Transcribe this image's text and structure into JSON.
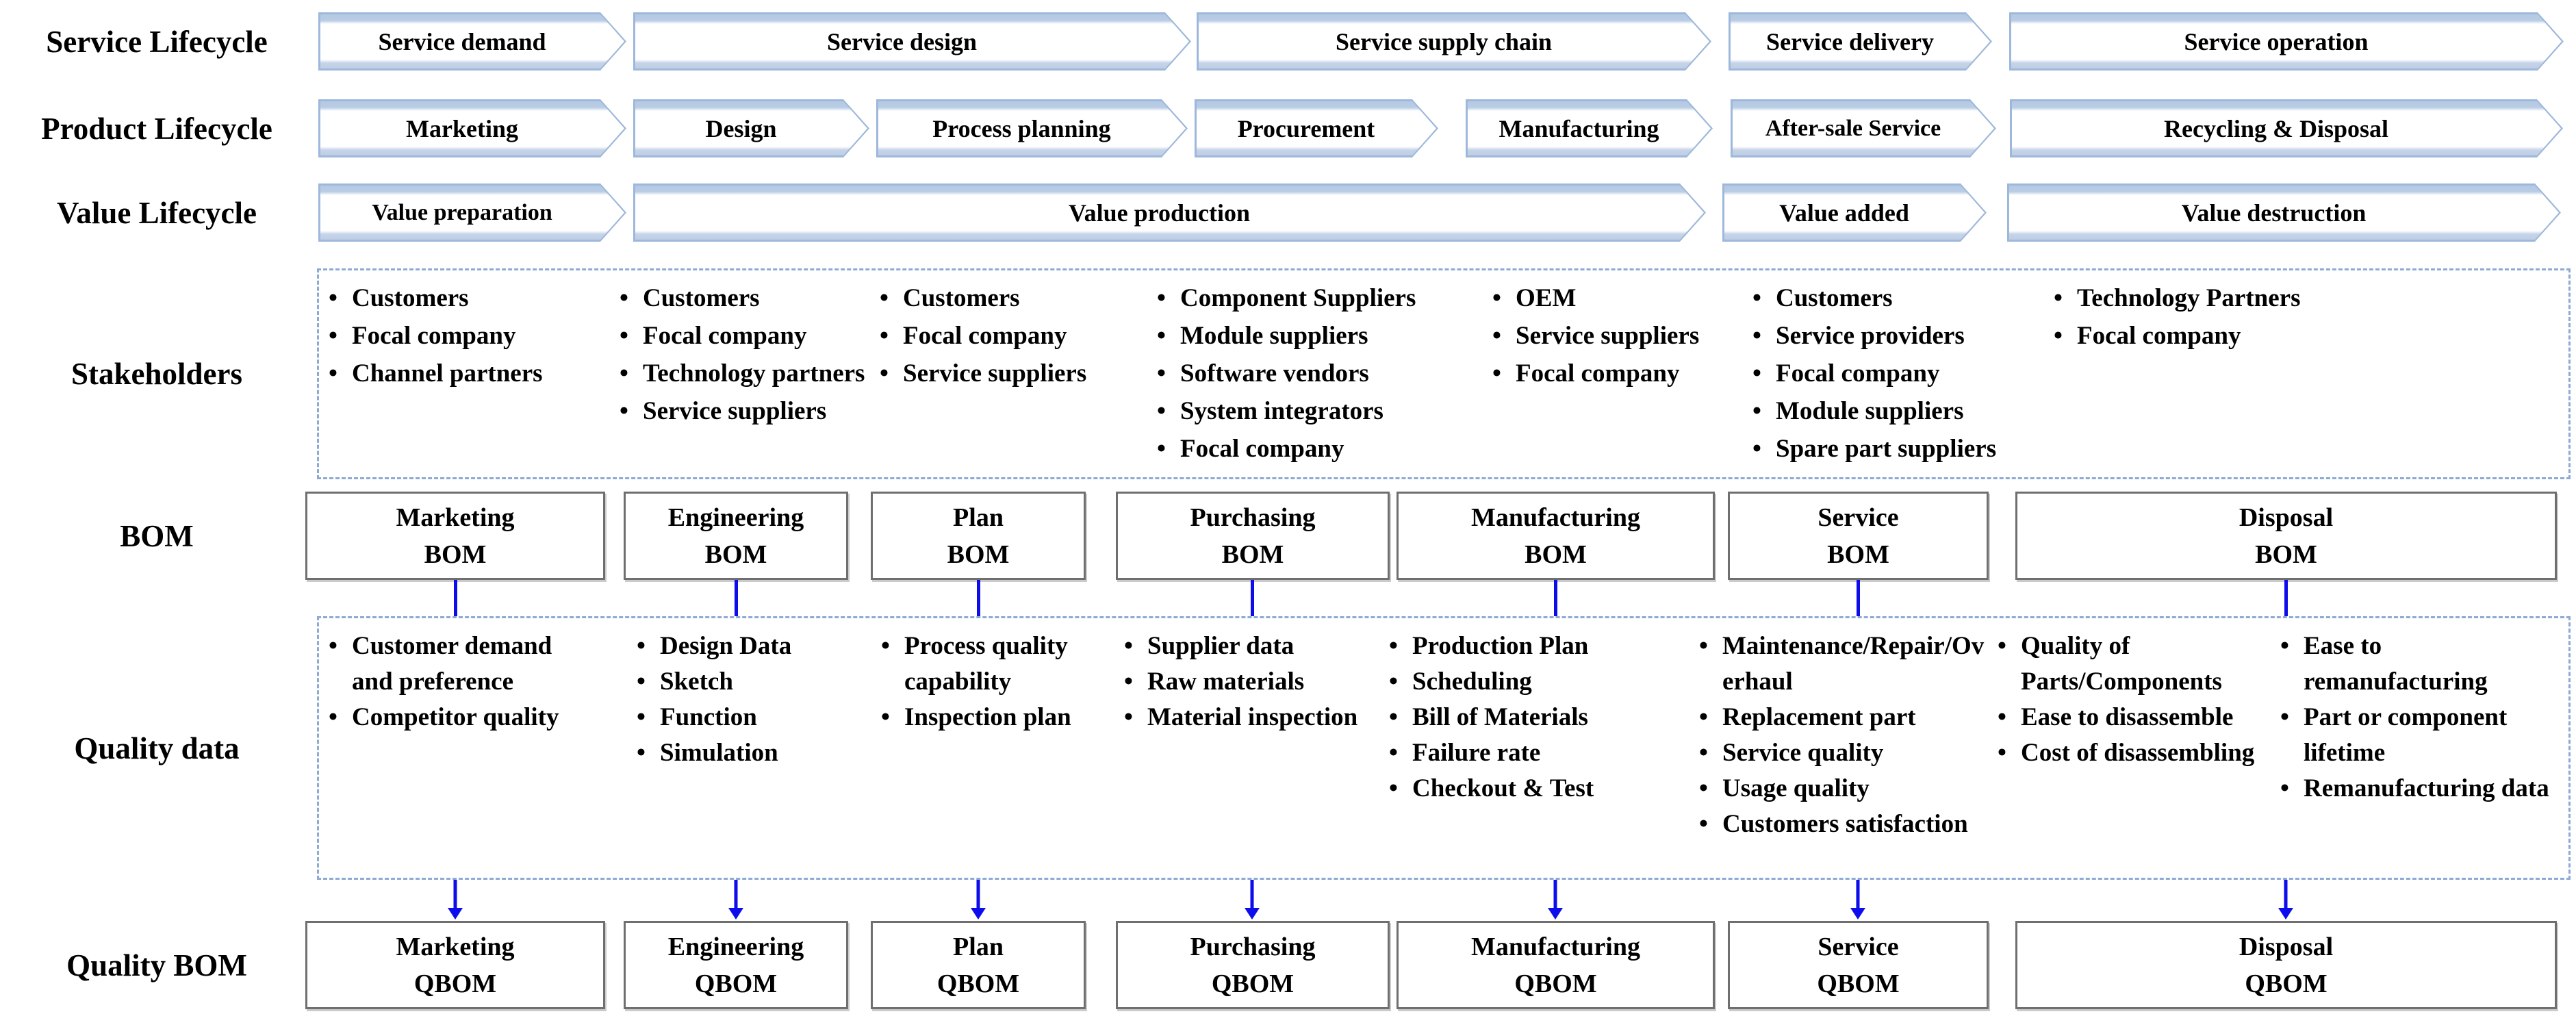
{
  "row_labels": [
    "Service Lifecycle",
    "Product Lifecycle",
    "Value Lifecycle",
    "Stakeholders",
    "BOM",
    "Quality data",
    "Quality BOM"
  ],
  "service_lifecycle": {
    "stages": [
      "Service demand",
      "Service design",
      "Service supply chain",
      "Service delivery",
      "Service operation"
    ]
  },
  "product_lifecycle": {
    "stages": [
      "Marketing",
      "Design",
      "Process planning",
      "Procurement",
      "Manufacturing",
      "After-sale Service",
      "Recycling & Disposal"
    ]
  },
  "value_lifecycle": {
    "stages": [
      "Value preparation",
      "Value production",
      "Value added",
      "Value destruction"
    ]
  },
  "stakeholders": {
    "columns": [
      [
        "Customers",
        "Focal company",
        "Channel partners"
      ],
      [
        "Customers",
        "Focal company",
        "Technology partners",
        "Service suppliers"
      ],
      [
        "Customers",
        "Focal company",
        "Service suppliers"
      ],
      [
        "Component Suppliers",
        "Module suppliers",
        "Software vendors",
        "System integrators",
        "Focal company"
      ],
      [
        "OEM",
        "Service suppliers",
        "Focal company"
      ],
      [
        "Customers",
        "Service providers",
        "Focal company",
        "Module suppliers",
        "Spare part suppliers"
      ],
      [
        "Technology Partners",
        "Focal company"
      ]
    ]
  },
  "bom": {
    "boxes": [
      {
        "line1": "Marketing",
        "line2": "BOM"
      },
      {
        "line1": "Engineering",
        "line2": "BOM"
      },
      {
        "line1": "Plan",
        "line2": "BOM"
      },
      {
        "line1": "Purchasing",
        "line2": "BOM"
      },
      {
        "line1": "Manufacturing",
        "line2": "BOM"
      },
      {
        "line1": "Service",
        "line2": "BOM"
      },
      {
        "line1": "Disposal",
        "line2": "BOM"
      }
    ]
  },
  "quality_data": {
    "columns": [
      [
        "Customer demand and preference",
        "Competitor quality"
      ],
      [
        "Design Data",
        "Sketch",
        "Function",
        "Simulation"
      ],
      [
        "Process quality capability",
        "Inspection plan"
      ],
      [
        "Supplier data",
        "Raw materials",
        "Material inspection"
      ],
      [
        "Production Plan",
        "Scheduling",
        "Bill of Materials",
        "Failure rate",
        "Checkout & Test"
      ],
      [
        "Maintenance/Repair/Overhaul",
        "Replacement part",
        "Service quality",
        "Usage quality",
        "Customers satisfaction"
      ],
      [
        "Quality of Parts/Components",
        "Ease to disassemble",
        "Cost of disassembling"
      ],
      [
        "Ease to remanufacturing",
        "Part or component lifetime",
        "Remanufacturing data"
      ]
    ]
  },
  "quality_bom": {
    "boxes": [
      {
        "line1": "Marketing",
        "line2": "QBOM"
      },
      {
        "line1": "Engineering",
        "line2": "QBOM"
      },
      {
        "line1": "Plan",
        "line2": "QBOM"
      },
      {
        "line1": "Purchasing",
        "line2": "QBOM"
      },
      {
        "line1": "Manufacturing",
        "line2": "QBOM"
      },
      {
        "line1": "Service",
        "line2": "QBOM"
      },
      {
        "line1": "Disposal",
        "line2": "QBOM"
      }
    ]
  },
  "colors": {
    "connector_blue": "#0d0deb",
    "chevron_border": "#9db8da",
    "chevron_highlight": "#b6c9e3",
    "dashed_border": "#8ea9d3",
    "box_border": "#6f6f6f",
    "text": "#000000",
    "background": "#ffffff"
  }
}
